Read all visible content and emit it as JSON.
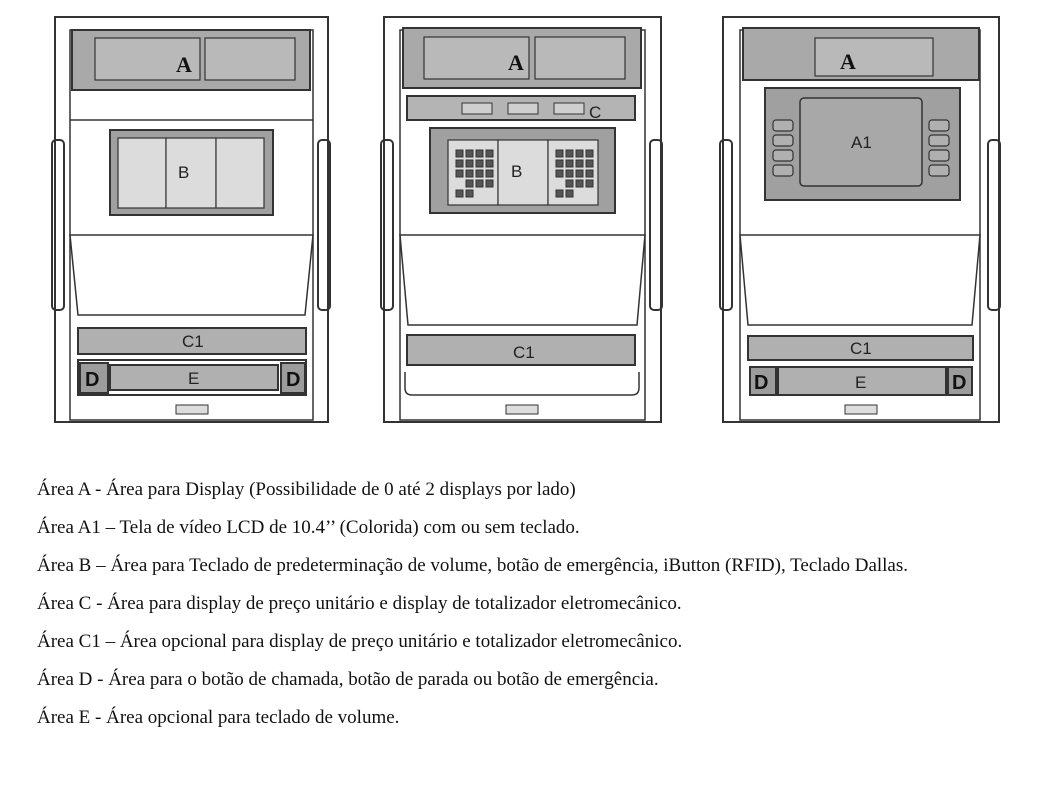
{
  "panels": [
    {
      "id": "panel-1",
      "labels": {
        "A": "A",
        "B": "B",
        "C1": "C1",
        "D_left": "D",
        "D_right": "D",
        "E": "E"
      }
    },
    {
      "id": "panel-2",
      "labels": {
        "A": "A",
        "B": "B",
        "C": "C",
        "C1": "C1"
      }
    },
    {
      "id": "panel-3",
      "labels": {
        "A": "A",
        "A1": "A1",
        "C1": "C1",
        "D_left": "D",
        "D_right": "D",
        "E": "E"
      }
    }
  ],
  "legend": [
    "Área A -  Área para Display (Possibilidade de 0 até 2 displays por lado)",
    "Área A1 – Tela de vídeo LCD de 10.4’’ (Colorida) com ou sem teclado.",
    "Área B – Área para Teclado de predeterminação de volume, botão de emergência, iButton (RFID), Teclado Dallas.",
    "Área C - Área para display de preço unitário e display de totalizador eletromecânico.",
    "Área C1 – Área opcional para display de preço unitário e totalizador eletromecânico.",
    "Área D - Área para o botão de chamada, botão de parada ou botão de emergência.",
    "Área E - Área opcional para teclado de volume."
  ]
}
